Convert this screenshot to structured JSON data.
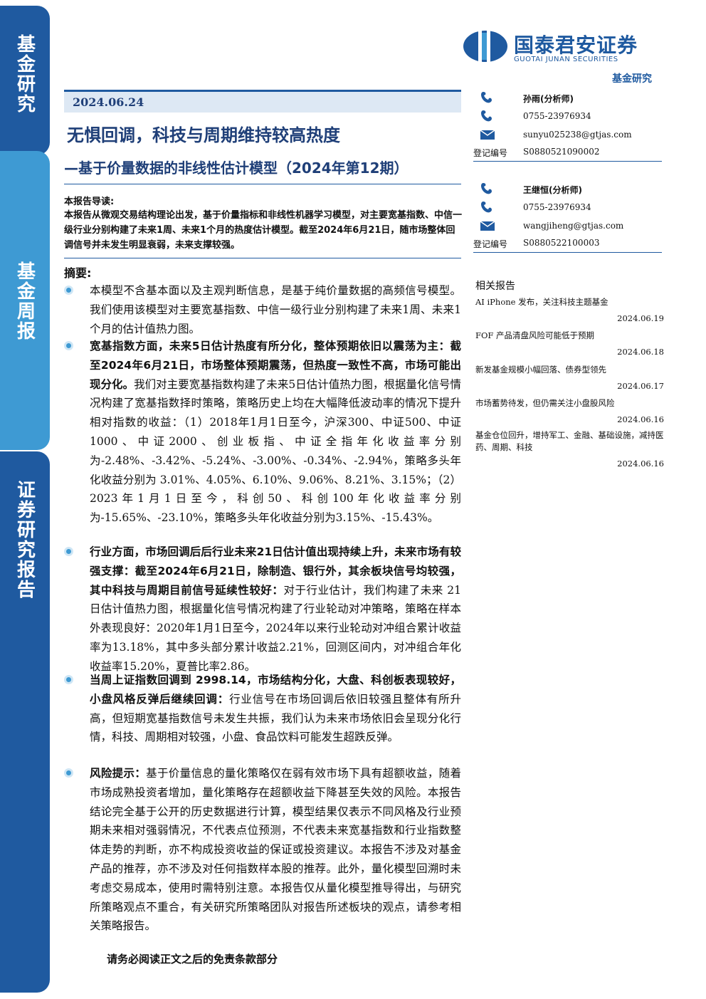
{
  "side_tabs": [
    "基金研究",
    "基金周报",
    "证券研究报告"
  ],
  "logo": {
    "cn": "国泰君安证券",
    "en": "GUOTAI JUNAN SECURITIES"
  },
  "header_category": "基金研究",
  "date": "2024.06.24",
  "title": "无惧回调，科技与周期维持较高热度",
  "subtitle": "—基于价量数据的非线性估计模型（2024年第12期）",
  "intro": {
    "heading": "本报告导读:",
    "body": "本报告从微观交易结构理论出发，基于价量指标和非线性机器学习模型，对主要宽基指数、中信一级行业分别构建了未来1周、未来1个月的热度估计模型。截至2024年6月21日，随市场整体回调信号并未发生明显衰弱，未来支撑较强。"
  },
  "abstract_heading": "摘要:",
  "bullets": [
    {
      "bold": "",
      "text": "本模型不含基本面以及主观判断信息，是基于纯价量数据的高频信号模型。我们使用该模型对主要宽基指数、中信一级行业分别构建了未来1周、未来1个月的估计值热力图。"
    },
    {
      "bold": "宽基指数方面，未来5日估计热度有所分化，整体预期依旧以震荡为主：截至2024年6月21日，市场整体预期震荡，但热度一致性不高，市场可能出现分化。",
      "text": "我们对主要宽基指数构建了未来5日估计值热力图，根据量化信号情况构建了宽基指数择时策略，策略历史上均在大幅降低波动率的情况下提升相对指数的收益：（1）2018年1月1日至今，沪深300、中证500、中证1000、中证2000、创业板指、中证全指年化收益率分别为-2.48%、-3.42%、-5.24%、-3.00%、-0.34%、-2.94%，策略多头年化收益分别为 3.01%、4.05%、6.10%、9.06%、8.21%、3.15%；（2）2023年1月1日至今，科创50、科创100年化收益率分别为-15.65%、-23.10%，策略多头年化收益分别为3.15%、-15.43%。"
    },
    {
      "bold": "行业方面，市场回调后后行业未来21日估计值出现持续上升，未来市场有较强支撑：截至2024年6月21日，除制造、银行外，其余板块信号均较强，其中科技与周期目前信号延续性较好：",
      "text": "对于行业估计，我们构建了未来 21 日估计值热力图，根据量化信号情况构建了行业轮动对冲策略，策略在样本外表现良好：2020年1月1日至今，2024年以来行业轮动对冲组合累计收益率为13.18%，其中多头部分累计收益2.21%，回测区间内，对冲组合年化收益率15.20%，夏普比率2.86。"
    },
    {
      "bold": "当周上证指数回调到 2998.14，市场结构分化，大盘、科创板表现较好，小盘风格反弹后继续回调：",
      "text": "行业信号在市场回调后依旧较强且整体有所升高，但短期宽基指数信号未发生共振，我们认为未来市场依旧会呈现分化行情，科技、周期相对较强，小盘、食品饮料可能发生超跌反弹。"
    },
    {
      "bold": "风险提示：",
      "text": "基于价量信息的量化策略仅在弱有效市场下具有超额收益，随着市场成熟投资者增加，量化策略存在超额收益下降甚至失效的风险。本报告结论完全基于公开的历史数据进行计算，模型结果仅表示不同风格及行业预期未来相对强弱情况，不代表点位预测，不代表未来宽基指数和行业指数整体走势的判断，亦不构成投资收益的保证或投资建议。本报告不涉及对基金产品的推荐，亦不涉及对任何指数样本股的推荐。此外，量化模型回溯时未考虑交易成本，使用时需特别注意。本报告仅从量化模型推导得出，与研究所策略观点不重合，有关研究所策略团队对报告所述板块的观点，请参考相关策略报告。"
    }
  ],
  "footer_note": "请务必阅读正文之后的免责条款部分",
  "analysts": [
    {
      "name": "孙雨(分析师)",
      "phone": "0755-23976934",
      "email": "sunyu025238@gtjas.com",
      "reg_label": "登记编号",
      "reg": "S0880521090002"
    },
    {
      "name": "王继恒(分析师)",
      "phone": "0755-23976934",
      "email": "wangjiheng@gtjas.com",
      "reg_label": "登记编号",
      "reg": "S0880522100003"
    }
  ],
  "related": {
    "heading": "相关报告",
    "items": [
      {
        "title": "AI iPhone 发布，关注科技主题基金",
        "date": "2024.06.19"
      },
      {
        "title": "FOF 产品清盘风险可能低于预期",
        "date": "2024.06.18"
      },
      {
        "title": "新发基金规模小幅回落、债券型领先",
        "date": "2024.06.17"
      },
      {
        "title": "市场蓄势待发，但仍需关注小盘股风险",
        "date": "2024.06.16"
      },
      {
        "title": "基金仓位回升，增持军工、金融、基础设施，减持医药、周期、科技",
        "date": "2024.06.16"
      }
    ]
  },
  "icons": {
    "phone": "phone-icon",
    "mail": "mail-icon",
    "bullet": "bullet-dot-icon"
  },
  "colors": {
    "primary": "#1f5aa0",
    "accent": "#3e9ad3",
    "title": "#1f3f78"
  }
}
